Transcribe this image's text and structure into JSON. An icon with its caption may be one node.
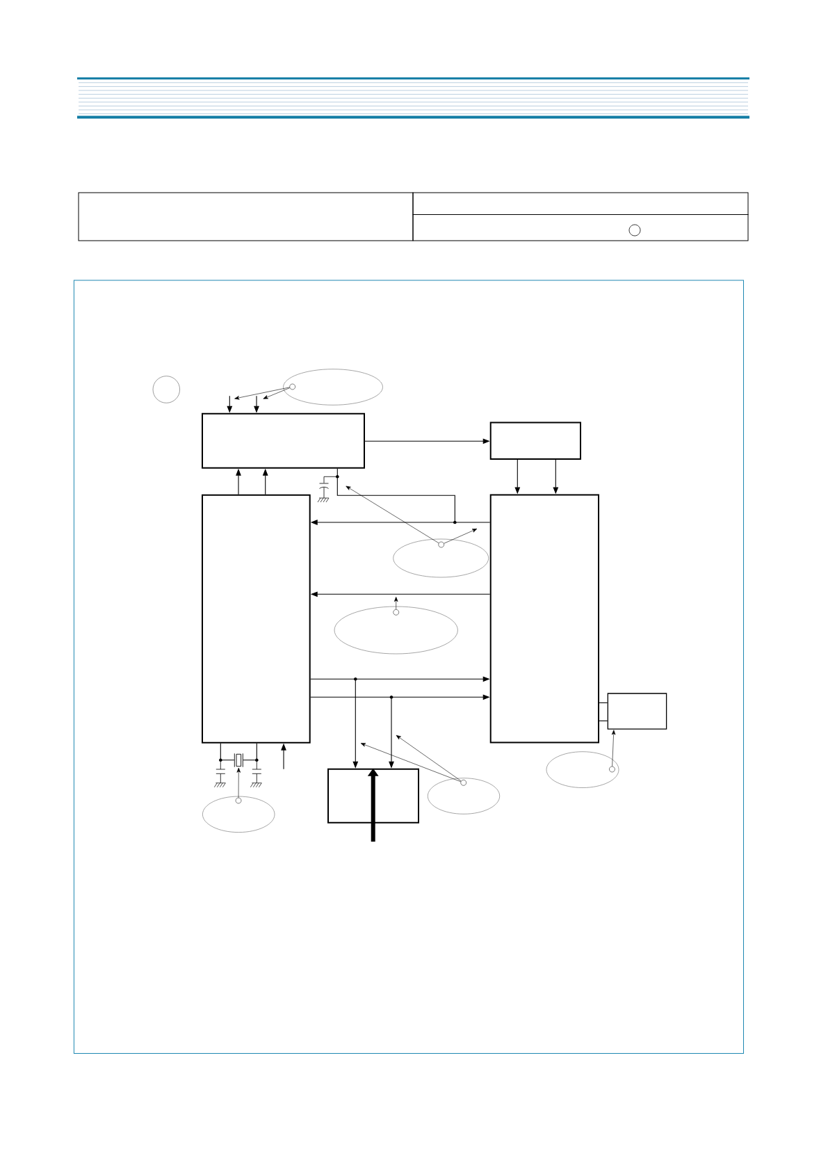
{
  "diagram": {
    "nodes": [
      {
        "text": [],
        "shape": "circle"
      },
      {
        "text": [],
        "shape": "ellipse"
      },
      {
        "text": [],
        "shape": "circle",
        "in": 1
      },
      {
        "text": [],
        "shape": "box"
      },
      {
        "text": [],
        "shape": "box"
      },
      {
        "text": [],
        "shape": "box"
      },
      {
        "text": [],
        "shape": "box"
      },
      {
        "text": [],
        "shape": "ellipse"
      },
      {
        "text": [],
        "shape": "circle",
        "in": 7
      },
      {
        "text": [],
        "shape": "ellipse"
      },
      {
        "text": [],
        "shape": "circle",
        "in": 9
      },
      {
        "text": [],
        "shape": "box"
      },
      {
        "text": [],
        "shape": "crystal"
      },
      {
        "text": [],
        "shape": "box"
      },
      {
        "text": [],
        "shape": "ellipse"
      },
      {
        "text": [],
        "shape": "circle",
        "in": 14
      },
      {
        "text": [],
        "shape": "ellipse"
      },
      {
        "text": [],
        "shape": "circle",
        "in": 16
      },
      {
        "text": [],
        "shape": "ellipse"
      },
      {
        "text": [],
        "shape": "circle",
        "in": 18
      }
    ],
    "edges": [
      {
        "from": null,
        "to": 3,
        "arrow": "to"
      },
      {
        "from": null,
        "to": 3,
        "arrow": "to"
      },
      {
        "from": 2,
        "to": null,
        "arrow": "to"
      },
      {
        "from": 2,
        "to": null,
        "arrow": "to"
      },
      {
        "from": 3,
        "to": 4,
        "arrow": "to"
      },
      {
        "from": 5,
        "to": 3,
        "arrow": "to"
      },
      {
        "from": 5,
        "to": 3,
        "arrow": "to"
      },
      {
        "from": 4,
        "to": 6,
        "arrow": "to"
      },
      {
        "from": 4,
        "to": 6,
        "arrow": "to"
      },
      {
        "from": 6,
        "to": 5,
        "arrow": "to"
      },
      {
        "from": 3,
        "to": 5,
        "arrow": "to"
      },
      {
        "from": 8,
        "to": null,
        "arrow": "to"
      },
      {
        "from": 8,
        "to": null,
        "arrow": "to"
      },
      {
        "from": 6,
        "to": 5,
        "arrow": "to"
      },
      {
        "from": 10,
        "to": null,
        "arrow": "to"
      },
      {
        "from": 5,
        "to": 6,
        "arrow": "to"
      },
      {
        "from": 5,
        "to": 13,
        "arrow": "to"
      },
      {
        "from": 5,
        "to": 6,
        "arrow": "to"
      },
      {
        "from": 5,
        "to": 13,
        "arrow": "to"
      },
      {
        "from": 6,
        "to": 11,
        "arrow": "none"
      },
      {
        "from": 6,
        "to": 11,
        "arrow": "none"
      },
      {
        "from": 5,
        "to": 12,
        "arrow": "none"
      },
      {
        "from": 5,
        "to": 12,
        "arrow": "none"
      },
      {
        "from": null,
        "to": 5,
        "arrow": "to"
      },
      {
        "from": 15,
        "to": null,
        "arrow": "to"
      },
      {
        "from": 15,
        "to": null,
        "arrow": "to"
      },
      {
        "from": 17,
        "to": 11,
        "arrow": "to"
      },
      {
        "from": 19,
        "to": 12,
        "arrow": "to"
      },
      {
        "from": null,
        "to": 13,
        "arrow": "to",
        "style": "thick"
      }
    ]
  }
}
